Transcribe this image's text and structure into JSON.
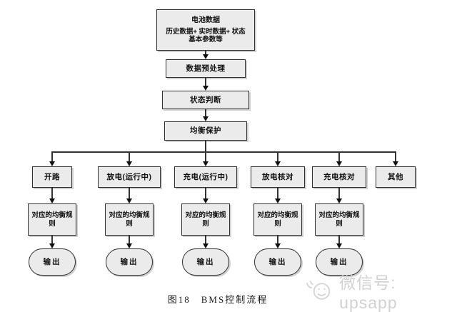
{
  "flow": {
    "top": [
      "电池数据",
      "历史数据+ 实时数据+ 状态",
      "基本参数等"
    ],
    "steps": [
      "数据预处理",
      "状态判断",
      "均衡保护"
    ],
    "branches": [
      "开路",
      "放电(运行中)",
      "充电(运行中)",
      "放电核对",
      "充电核对",
      "其他"
    ],
    "rules": [
      "对应的均衡规则",
      "对应的均衡规则",
      "对应的均衡规则",
      "对应的均衡规则",
      "对应的均衡规则"
    ],
    "outputs": [
      "输出",
      "输出",
      "输出",
      "输出",
      "输出"
    ]
  },
  "caption": "图18　BMS控制流程",
  "watermark": {
    "icon": "wechat-doodle-face-icon",
    "text": "微信号: upsapp"
  },
  "colors": {
    "box_fill": "#ebebeb",
    "box_border": "#2f2f2f",
    "line": "#333333",
    "watermark": "#d2d2d2"
  }
}
